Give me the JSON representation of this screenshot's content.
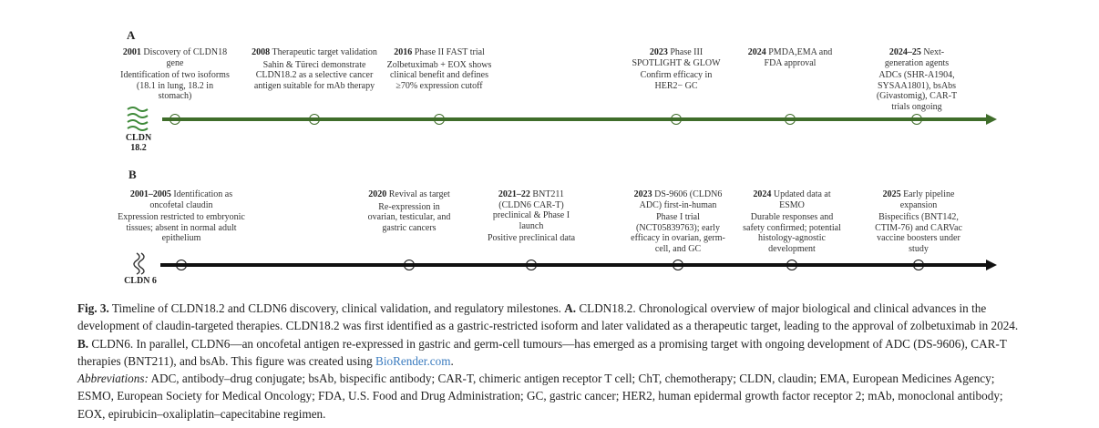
{
  "panel_a": {
    "label": "A",
    "icon_label": "CLDN 18.2",
    "color": "#3f6d2a",
    "events": [
      {
        "year": "2001",
        "title": "Discovery of CLDN18 gene",
        "desc": "Identification of two isoforms (18.1 in lung, 18.2 in stomach)"
      },
      {
        "year": "2008",
        "title": "Therapeutic target validation",
        "desc": "Sahin & Türeci demonstrate CLDN18.2 as a selective cancer antigen suitable for mAb therapy"
      },
      {
        "year": "2016",
        "title": "Phase II FAST trial",
        "desc": "Zolbetuximab + EOX shows clinical benefit and defines ≥70% expression cutoff"
      },
      {
        "year": "2023",
        "title": "Phase III SPOTLIGHT & GLOW",
        "desc": "Confirm efficacy in HER2− GC"
      },
      {
        "year": "2024",
        "title": "PMDA,EMA and FDA approval",
        "desc": ""
      },
      {
        "year": "2024–25",
        "title": "Next-generation agents",
        "desc": "ADCs (SHR-A1904, SYSAA1801), bsAbs (Givastomig), CAR-T trials ongoing"
      }
    ]
  },
  "panel_b": {
    "label": "B",
    "icon_label": "CLDN 6",
    "color": "#111111",
    "events": [
      {
        "year": "2001–2005",
        "title": "Identification as oncofetal claudin",
        "desc": "Expression restricted to embryonic tissues; absent in normal adult epithelium"
      },
      {
        "year": "2020",
        "title": "Revival as target",
        "desc": "Re-expression in ovarian, testicular, and gastric cancers"
      },
      {
        "year": "2021–22",
        "title": "BNT211 (CLDN6 CAR-T) preclinical & Phase I launch",
        "desc": "Positive preclinical data"
      },
      {
        "year": "2023",
        "title": "DS-9606 (CLDN6 ADC) first-in-human",
        "desc": "Phase I trial (NCT05839763); early efficacy in ovarian, germ-cell, and GC"
      },
      {
        "year": "2024",
        "title": "Updated data at ESMO",
        "desc": "Durable responses and safety confirmed; potential histology-agnostic development"
      },
      {
        "year": "2025",
        "title": "Early pipeline expansion",
        "desc": "Bispecifics (BNT142, CTIM-76) and CARVac vaccine boosters under study"
      }
    ]
  },
  "caption": {
    "fig_label": "Fig. 3.",
    "text1": " Timeline of CLDN18.2 and CLDN6 discovery, clinical validation, and regulatory milestones. ",
    "a_label": "A.",
    "text2": " CLDN18.2. Chronological overview of major biological and clinical advances in the development of claudin-targeted therapies. CLDN18.2 was first identified as a gastric-restricted isoform and later validated as a therapeutic target, leading to the approval of zolbetuximab in 2024. ",
    "b_label": "B.",
    "text3": " CLDN6. In parallel, CLDN6—an oncofetal antigen re-expressed in gastric and germ-cell tumours—has emerged as a promising target with ongoing development of ADC (DS-9606), CAR-T therapies (BNT211), and bsAb. This figure was created using ",
    "link": "BioRender.com",
    "text4": ".",
    "abbr_label": "Abbreviations:",
    "abbr_text": " ADC, antibody–drug conjugate; bsAb, bispecific antibody; CAR-T, chimeric antigen receptor T cell; ChT, chemotherapy; CLDN, claudin; EMA, European Medicines Agency; ESMO, European Society for Medical Oncology; FDA, U.S. Food and Drug Administration; GC, gastric cancer; HER2, human epidermal growth factor receptor 2; mAb, monoclonal antibody; EOX, epirubicin–oxaliplatin–capecitabine regimen."
  }
}
